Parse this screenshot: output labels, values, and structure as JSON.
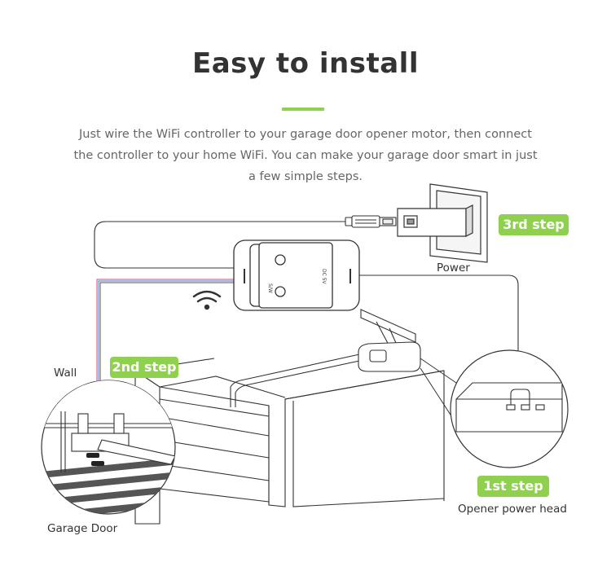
{
  "header": {
    "title": "Easy to install",
    "description": "Just wire the WiFi controller to your garage door opener motor, then connect the controller to your home WiFi. You can make your garage door smart in just a few simple steps."
  },
  "steps": {
    "step1": "1st step",
    "step2": "2nd step",
    "step3": "3rd step"
  },
  "labels": {
    "power": "Power",
    "wall": "Wall",
    "garage_door": "Garage Door",
    "opener_power_head": "Opener power head"
  },
  "controller": {
    "port_left": "S/W",
    "port_right": "DC 5V"
  },
  "colors": {
    "accent": "#8fd14f",
    "line": "#333333"
  },
  "icons": [
    "wifi-icon",
    "usb-cable-icon",
    "power-adapter-icon"
  ]
}
